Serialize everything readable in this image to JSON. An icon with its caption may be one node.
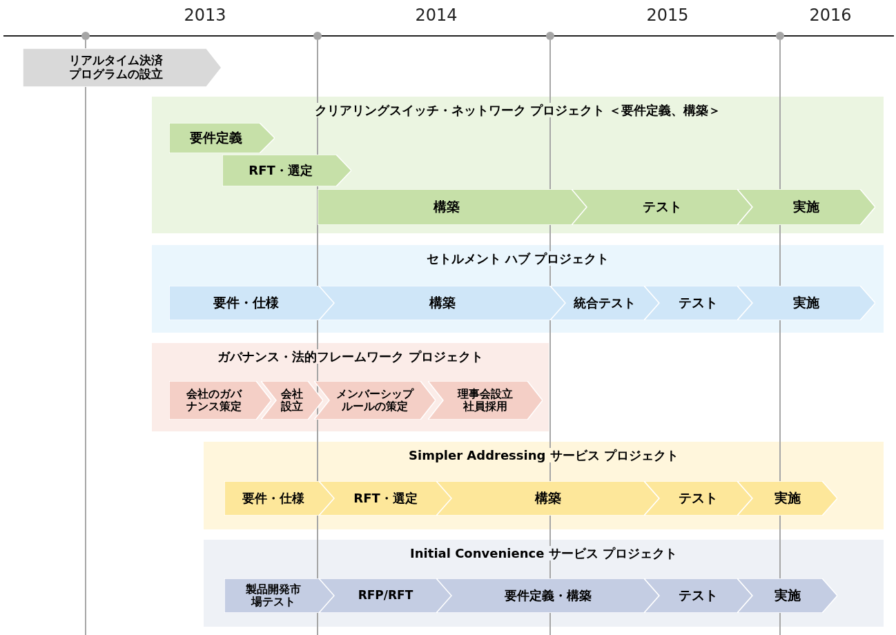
{
  "diagram": {
    "nodes": [
      {
        "text": [
          "リアルタイム決済プログラムの設立"
        ]
      },
      {
        "text": [
          "クリアリングスイッチ・ネットワーク プロジェクト ＜要件定義、構築＞"
        ]
      },
      {
        "text": [
          "要件定義"
        ],
        "in": 1
      },
      {
        "text": [
          "RFT・選定"
        ],
        "in": 1
      },
      {
        "text": [
          "構築"
        ],
        "in": 1
      },
      {
        "text": [
          "テスト"
        ],
        "in": 1
      },
      {
        "text": [
          "実施"
        ],
        "in": 1
      },
      {
        "text": [
          "セトルメント ハブ プロジェクト"
        ]
      },
      {
        "text": [
          "要件・仕様"
        ],
        "in": 7
      },
      {
        "text": [
          "構築"
        ],
        "in": 7
      },
      {
        "text": [
          "統合テスト"
        ],
        "in": 7
      },
      {
        "text": [
          "テスト"
        ],
        "in": 7
      },
      {
        "text": [
          "実施"
        ],
        "in": 7
      },
      {
        "text": [
          "ガバナンス・法的フレームワーク プロジェクト"
        ]
      },
      {
        "text": [
          "会社のガバナンス策定"
        ],
        "in": 13
      },
      {
        "text": [
          "会社設立"
        ],
        "in": 13
      },
      {
        "text": [
          "メンバーシップルールの策定"
        ],
        "in": 13
      },
      {
        "text": [
          "理事会設立社員採用"
        ],
        "in": 13
      },
      {
        "text": [
          "Simpler Addressing サービス プロジェクト"
        ]
      },
      {
        "text": [
          "要件・仕様"
        ],
        "in": 18
      },
      {
        "text": [
          "RFT・選定"
        ],
        "in": 18
      },
      {
        "text": [
          "構築"
        ],
        "in": 18
      },
      {
        "text": [
          "テスト"
        ],
        "in": 18
      },
      {
        "text": [
          "実施"
        ],
        "in": 18
      },
      {
        "text": [
          "Initial Convenience サービス プロジェクト"
        ]
      },
      {
        "text": [
          "製品開発市場テスト"
        ],
        "in": 24
      },
      {
        "text": [
          "RFP/RFT"
        ],
        "in": 24
      },
      {
        "text": [
          "要件定義・構築"
        ],
        "in": 24
      },
      {
        "text": [
          "テスト"
        ],
        "in": 24
      },
      {
        "text": [
          "実施"
        ],
        "in": 24
      }
    ],
    "labels": [
      "2013",
      "2014",
      "2015",
      "2016"
    ]
  }
}
